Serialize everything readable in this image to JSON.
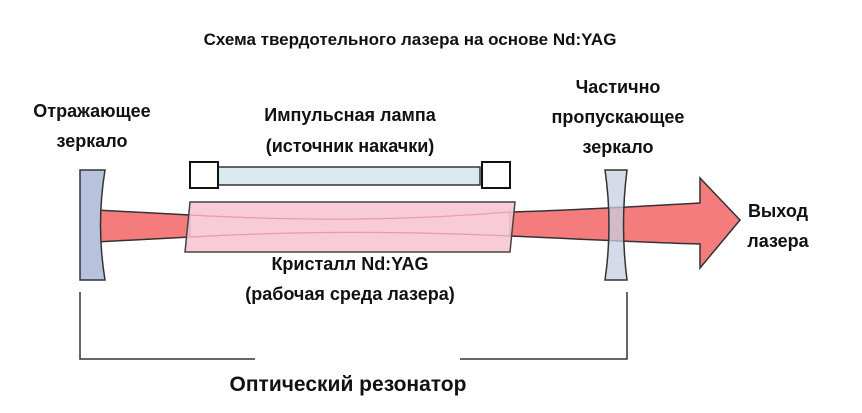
{
  "title": "Схема твердотельного лазера на основе Nd:YAG",
  "labels": {
    "reflective_mirror": [
      "Отражающее",
      "зеркало"
    ],
    "partial_mirror": [
      "Частично",
      "пропускающее",
      "зеркало"
    ],
    "flash_lamp": [
      "Импульсная лампа",
      "(источник накачки)"
    ],
    "crystal": [
      "Кристалл Nd:YAG",
      "(рабочая среда лазера)"
    ],
    "output": [
      "Выход",
      "лазера"
    ],
    "resonator": "Оптический резонатор"
  },
  "colors": {
    "beam": "#f47c7c",
    "crystal_fill": "#f6c6d2",
    "mirror_fill": "#b8c2dc",
    "lamp_fill": "#dce8f0",
    "outline": "#333333"
  }
}
